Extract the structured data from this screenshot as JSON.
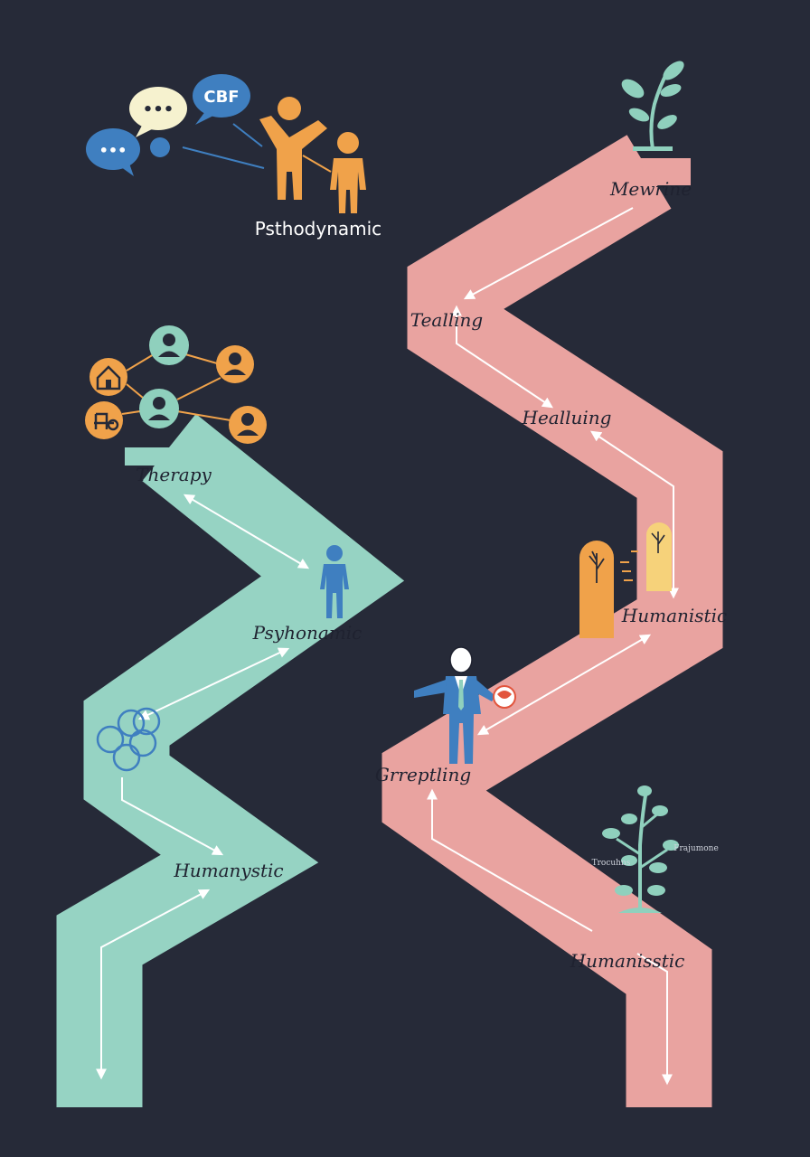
{
  "labels": {
    "psthodynamic": "Psthodynamic",
    "cbf": "CBF",
    "bubble_dots": "•••",
    "therapy": "Therapy",
    "psyhonamic": "Psyhonamic",
    "humanystic": "Humanystic",
    "mewrine": "Mewrine",
    "tealling": "Tealling",
    "healluing": "Healluing",
    "humanistic": "Humanistic",
    "greptling": "Grreptling",
    "humanisstic": "Humanisstic",
    "troughs": "Trocuhns",
    "frajumone": "Frajumone"
  },
  "colors": {
    "background": "#262a38",
    "teal_path": "#96d3c3",
    "pink_path": "#e9a3a0",
    "orange": "#f0a24a",
    "blue": "#3f7fc0",
    "cream": "#f6f2cf",
    "teal_icon": "#8fd0bd",
    "red": "#e2553d"
  },
  "icons": {
    "speech_bubbles": "speech-bubble-icon",
    "people": "person-icon",
    "network": "people-network-icon",
    "plant": "sprout-icon",
    "circles": "overlapping-circles-icon",
    "tree_figure": "tree-figure-icon",
    "businessman": "businessman-icon"
  }
}
